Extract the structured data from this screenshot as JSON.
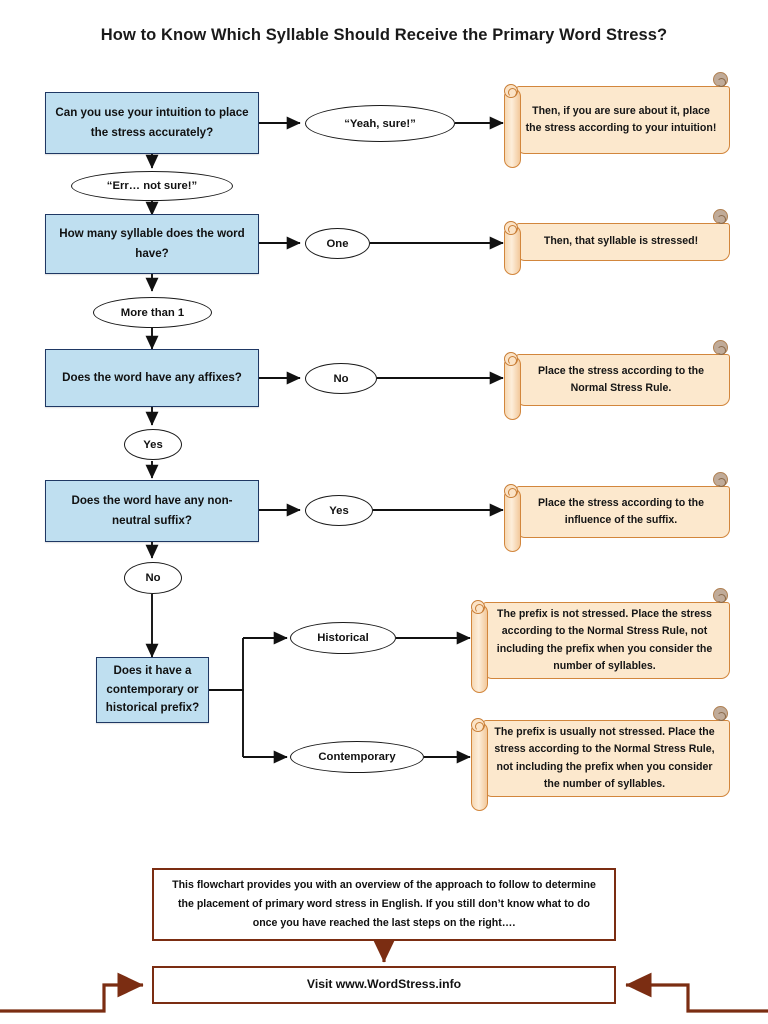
{
  "title": "How to Know Which Syllable Should Receive the Primary Word Stress?",
  "colors": {
    "decision_fill": "#bfdff0",
    "decision_border": "#1f3864",
    "scroll_fill": "#fce8cd",
    "scroll_border": "#d2863c",
    "footer_border": "#7b2d12",
    "connector": "#111111",
    "background": "#ffffff"
  },
  "decisions": [
    {
      "id": "intuition",
      "text": "Can you use your intuition to place the stress accurately?"
    },
    {
      "id": "syllables",
      "text": "How many syllable does the word have?"
    },
    {
      "id": "affixes",
      "text": "Does the word have any affixes?"
    },
    {
      "id": "suffix",
      "text": "Does the word have any non-neutral suffix?"
    },
    {
      "id": "prefix",
      "text": "Does it have a contemporary or historical prefix?"
    }
  ],
  "connectors": [
    {
      "id": "yeah-sure",
      "text": "“Yeah, sure!”"
    },
    {
      "id": "err-not-sure",
      "text": "“Err… not sure!”"
    },
    {
      "id": "one",
      "text": "One"
    },
    {
      "id": "more-than-1",
      "text": "More than 1"
    },
    {
      "id": "no-affixes",
      "text": "No"
    },
    {
      "id": "yes-affixes",
      "text": "Yes"
    },
    {
      "id": "yes-suffix",
      "text": "Yes"
    },
    {
      "id": "no-suffix",
      "text": "No"
    },
    {
      "id": "historical",
      "text": "Historical"
    },
    {
      "id": "contemporary",
      "text": "Contemporary"
    }
  ],
  "outcomes": [
    {
      "id": "intuition-result",
      "text": "Then, if you are sure about it, place the stress according to your intuition!"
    },
    {
      "id": "one-syllable",
      "text": "Then, that syllable is stressed!"
    },
    {
      "id": "normal-stress-rule",
      "text": "Place the stress according to the Normal Stress Rule."
    },
    {
      "id": "suffix-influence",
      "text": "Place the stress according to the influence of the suffix."
    },
    {
      "id": "historical-prefix",
      "text": "The prefix is not stressed. Place the stress according to the Normal Stress Rule, not including the prefix when you consider the number of syllables."
    },
    {
      "id": "contemporary-prefix",
      "text": "The prefix is usually not stressed. Place the stress according to the Normal Stress Rule, not including the prefix when you consider the number of syllables."
    }
  ],
  "footer": {
    "summary": "This flowchart provides you with an overview of the approach to follow to determine the placement of primary word stress in English. If you still don’t know what to do once you have reached the last steps on the right….",
    "cta": "Visit www.WordStress.info"
  }
}
